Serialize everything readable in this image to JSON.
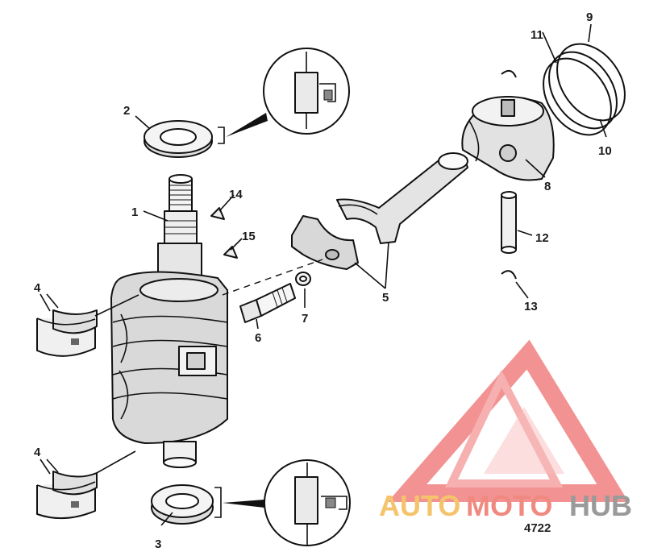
{
  "diagram": {
    "callouts": [
      "1",
      "2",
      "3",
      "4",
      "4",
      "5",
      "6",
      "7",
      "8",
      "9",
      "10",
      "11",
      "12",
      "13",
      "14",
      "15"
    ],
    "figure_number": "4722"
  },
  "watermark": {
    "brand_auto": "AUTO",
    "brand_moto": "MOTO",
    "brand_hub": "HUB",
    "colors": {
      "logo": "#f08080",
      "auto": "#f5c36b",
      "moto": "#f08a80",
      "hub": "#9a9a9a"
    }
  }
}
